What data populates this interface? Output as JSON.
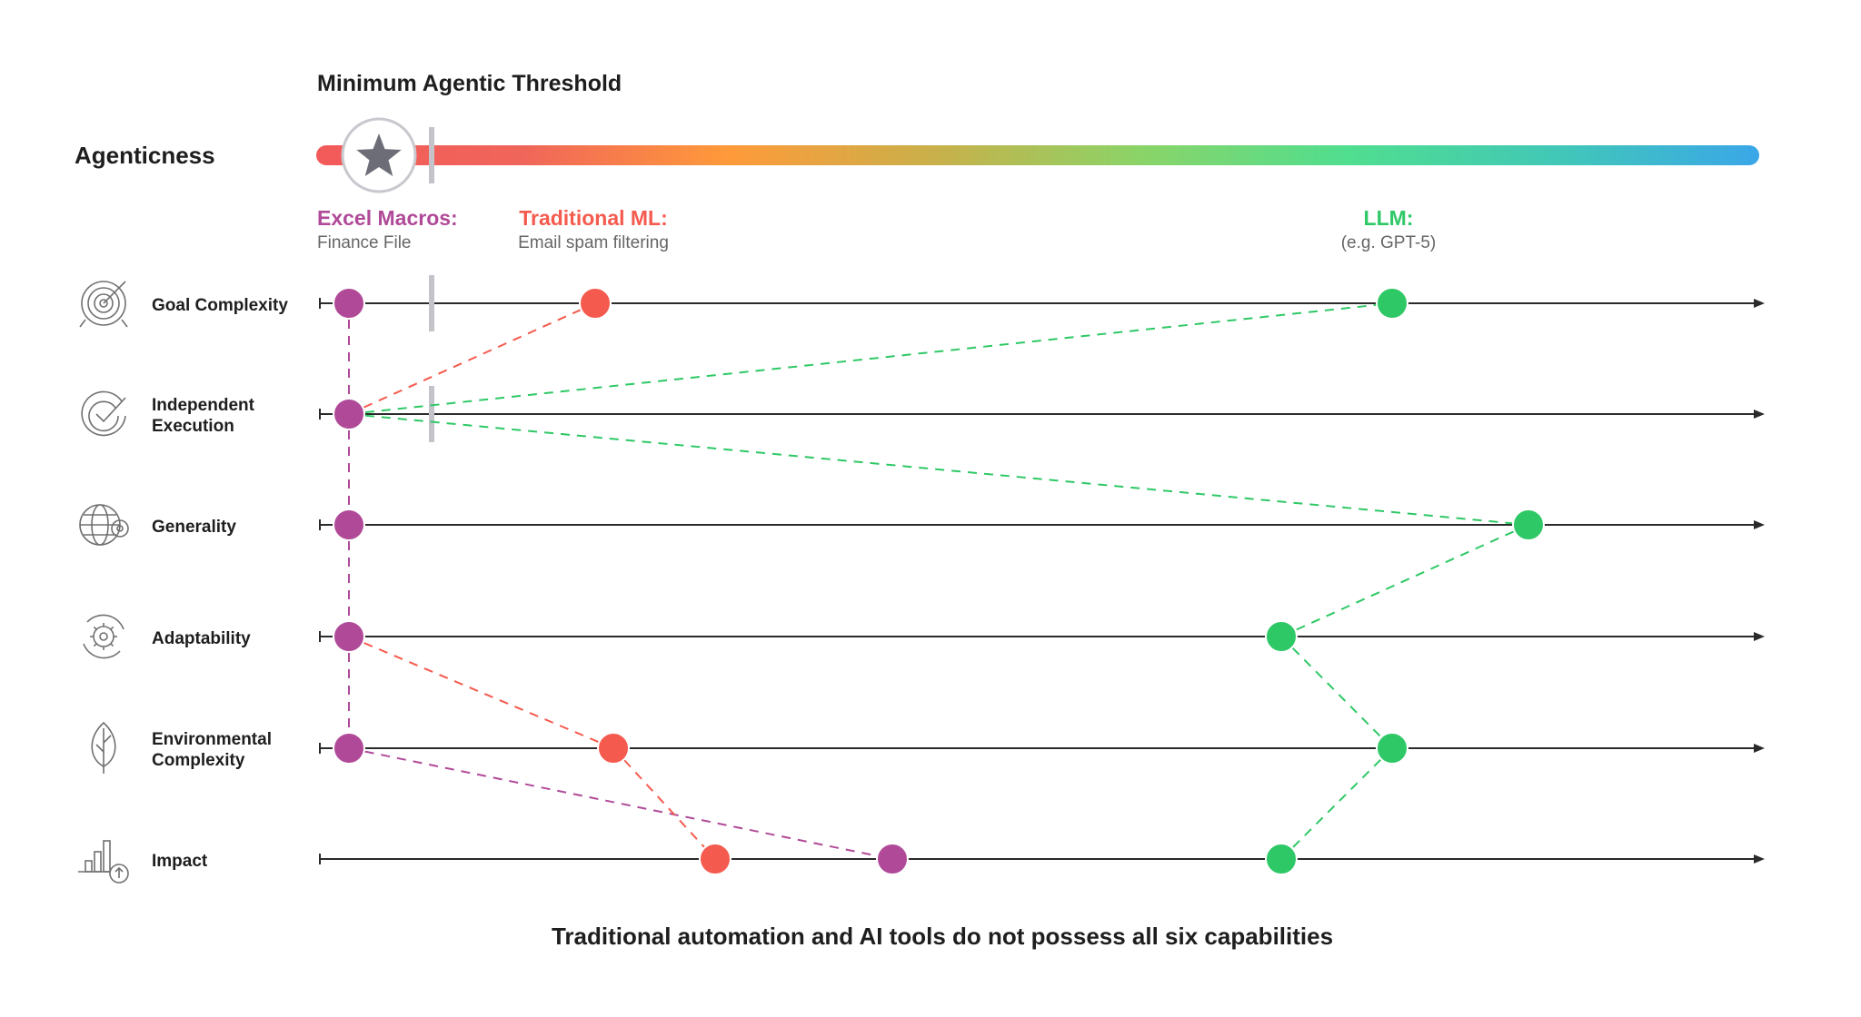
{
  "threshold_title": "Minimum Agentic Threshold",
  "scale_label": "Agenticness",
  "gradient_colors": [
    "#f35a5a",
    "#f0655a",
    "#ff9a3a",
    "#c9b04a",
    "#8ad468",
    "#50de8f",
    "#42c8b6",
    "#3aa7e8"
  ],
  "colors": {
    "excel": "#b04a98",
    "ml": "#f55a4e",
    "llm": "#2ec866",
    "marker": "#c3c3c9",
    "axis": "#2a2a2a",
    "star": "#6d6d78"
  },
  "tools": {
    "excel": {
      "name": "Excel Macros:",
      "example": "Finance File"
    },
    "ml": {
      "name": "Traditional ML:",
      "example": "Email spam filtering"
    },
    "llm": {
      "name": "LLM:",
      "example": "(e.g. GPT-5)"
    }
  },
  "dimensions": [
    {
      "id": "goal",
      "lines": [
        "Goal Complexity"
      ],
      "icon": "target-icon"
    },
    {
      "id": "independent",
      "lines": [
        "Independent",
        "Execution"
      ],
      "icon": "checkmark-badge-icon"
    },
    {
      "id": "generality",
      "lines": [
        "Generality"
      ],
      "icon": "globe-gear-icon"
    },
    {
      "id": "adaptability",
      "lines": [
        "Adaptability"
      ],
      "icon": "gear-cycle-icon"
    },
    {
      "id": "environmental",
      "lines": [
        "Environmental",
        "Complexity"
      ],
      "icon": "leaf-icon"
    },
    {
      "id": "impact",
      "lines": [
        "Impact"
      ],
      "icon": "bar-chart-arrow-icon"
    }
  ],
  "caption": "Traditional automation and AI tools do not possess all six capabilities"
}
